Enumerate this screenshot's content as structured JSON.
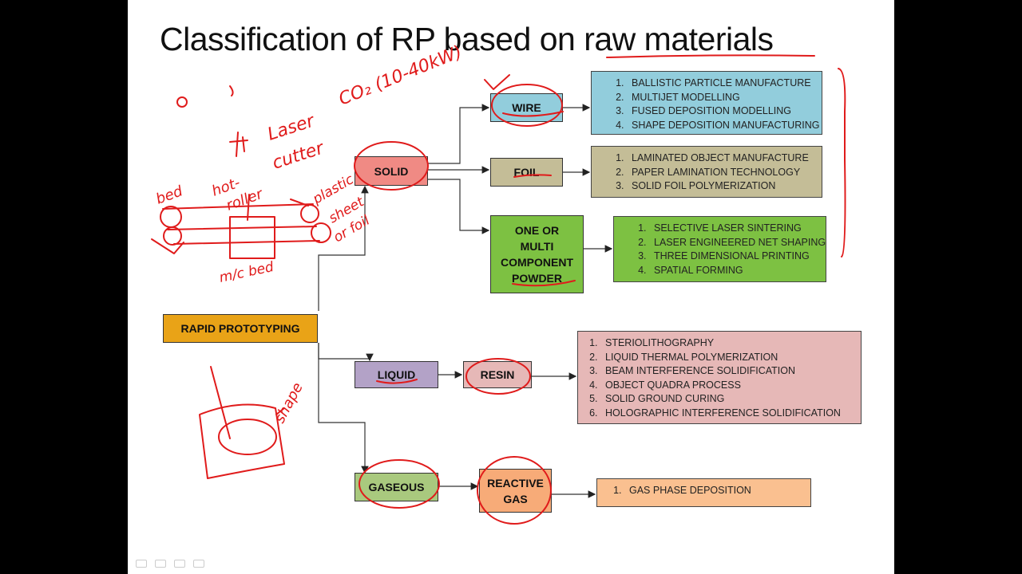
{
  "title": "Classification of RP based on raw materials",
  "nodes": {
    "root": "RAPID PROTOTYPING",
    "solid": "SOLID",
    "wire": "WIRE",
    "foil": "FOIL",
    "powder_lines": [
      "ONE OR",
      "MULTI",
      "COMPONENT",
      "POWDER"
    ],
    "liquid": "LIQUID",
    "resin": "RESIN",
    "gaseous": "GASEOUS",
    "reactive_gas_lines": [
      "REACTIVE",
      "GAS"
    ]
  },
  "lists": {
    "wire": [
      "BALLISTIC PARTICLE MANUFACTURE",
      "MULTIJET MODELLING",
      "FUSED DEPOSITION MODELLING",
      "SHAPE DEPOSITION MANUFACTURING"
    ],
    "foil": [
      "LAMINATED OBJECT MANUFACTURE",
      "PAPER LAMINATION TECHNOLOGY",
      "SOLID FOIL POLYMERIZATION"
    ],
    "powder": [
      "SELECTIVE LASER SINTERING",
      "LASER ENGINEERED NET SHAPING",
      "THREE DIMENSIONAL PRINTING",
      "SPATIAL FORMING"
    ],
    "resin": [
      "STERIOLITHOGRAPHY",
      "LIQUID THERMAL POLYMERIZATION",
      "BEAM INTERFERENCE SOLIDIFICATION",
      "OBJECT QUADRA PROCESS",
      "SOLID GROUND CURING",
      "HOLOGRAPHIC INTERFERENCE SOLIDIFICATION"
    ],
    "gas": [
      "GAS PHASE DEPOSITION"
    ]
  },
  "annotations": {
    "co2": "CO₂ (10-40kW)",
    "laser": "Laser",
    "cutter": "cutter",
    "bed": "bed",
    "hot": "hot-",
    "roller": "roller",
    "plastic": "plastic",
    "sheet": "sheet",
    "or_foil": "or foil",
    "mc_bed": "m/c bed",
    "shape": "shape"
  },
  "colors": {
    "root": "#e9a317",
    "solid": "#f08a84",
    "wire": "#92cddc",
    "foil": "#c4bd97",
    "powder": "#7dc142",
    "liquid": "#b3a2c7",
    "resin": "#e6b8b7",
    "gaseous": "#a9c97e",
    "reactive_gas": "#f7ab78",
    "wire_list": "#92cddc",
    "foil_list": "#c4bd97",
    "powder_list": "#7dc142",
    "resin_list": "#e6b8b7",
    "gas_list": "#fac090",
    "ink": "#e01b1b"
  }
}
